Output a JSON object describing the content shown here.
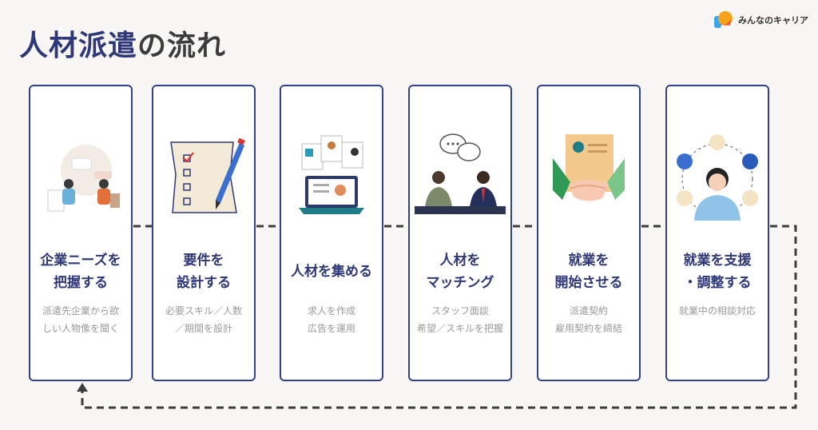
{
  "header": {
    "title_part1": "人材派遣",
    "title_part2": "の流れ",
    "logo_text": "みんなのキャリア"
  },
  "steps": [
    {
      "title": "企業ニーズを\n把握する",
      "desc": "派遣先企業から欲\nしい人物像を聞く"
    },
    {
      "title": "要件を\n設計する",
      "desc": "必要スキル／人数\n／期間を設計"
    },
    {
      "title": "人材を集める",
      "desc": "求人を作成\n広告を運用"
    },
    {
      "title": "人材を\nマッチング",
      "desc": "スタッフ面談\n希望／スキルを把握"
    },
    {
      "title": "就業を\n開始させる",
      "desc": "派遣契約\n雇用契約を締結"
    },
    {
      "title": "就業を支援\n・調整する",
      "desc": "就業中の相談対応"
    }
  ],
  "colors": {
    "accent": "#2e3878",
    "border": "#34428c",
    "connector": "#3c3c3c"
  }
}
